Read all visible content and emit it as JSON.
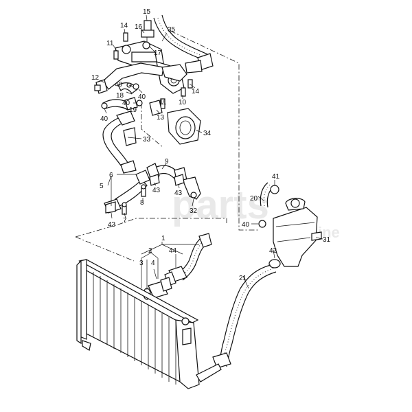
{
  "watermark": {
    "main": "parts",
    "sub": "online"
  },
  "labels": {
    "l1": "1",
    "l2": "2",
    "l3": "3",
    "l4": "4",
    "l5": "5",
    "l6": "6",
    "l7": "7",
    "l8": "8",
    "l9": "9",
    "l10": "10",
    "l11a": "11",
    "l11b": "11",
    "l12": "12",
    "l13": "13",
    "l14a": "14",
    "l14b": "14",
    "l15": "15",
    "l16": "16",
    "l17": "17",
    "l18": "18",
    "l19": "19",
    "l20": "20",
    "l21": "21",
    "l31": "31",
    "l32": "32",
    "l33": "33",
    "l34": "34",
    "l35": "35",
    "l40a": "40",
    "l40b": "40",
    "l40c": "40",
    "l40d": "40",
    "l40e": "40",
    "l41": "41",
    "l42": "42",
    "l43a": "43",
    "l43b": "43",
    "l43c": "43",
    "l44": "44"
  }
}
